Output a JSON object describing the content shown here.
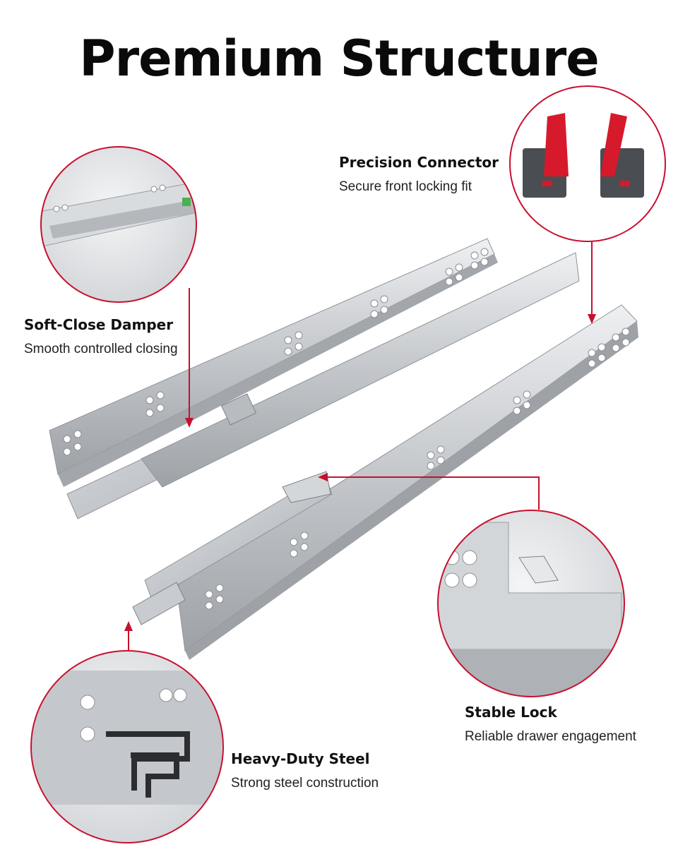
{
  "title": "Premium Structure",
  "colors": {
    "accent": "#c8102e",
    "steel": "#c9ccd0",
    "steel_dark": "#8d9095",
    "text": "#111111"
  },
  "features": [
    {
      "heading": "Soft-Close Damper",
      "description": "Smooth controlled closing"
    },
    {
      "heading": "Precision Connector",
      "description": "Secure front locking fit"
    },
    {
      "heading": "Stable Lock",
      "description": "Reliable drawer engagement"
    },
    {
      "heading": "Heavy-Duty Steel",
      "description": "Strong steel construction"
    }
  ]
}
